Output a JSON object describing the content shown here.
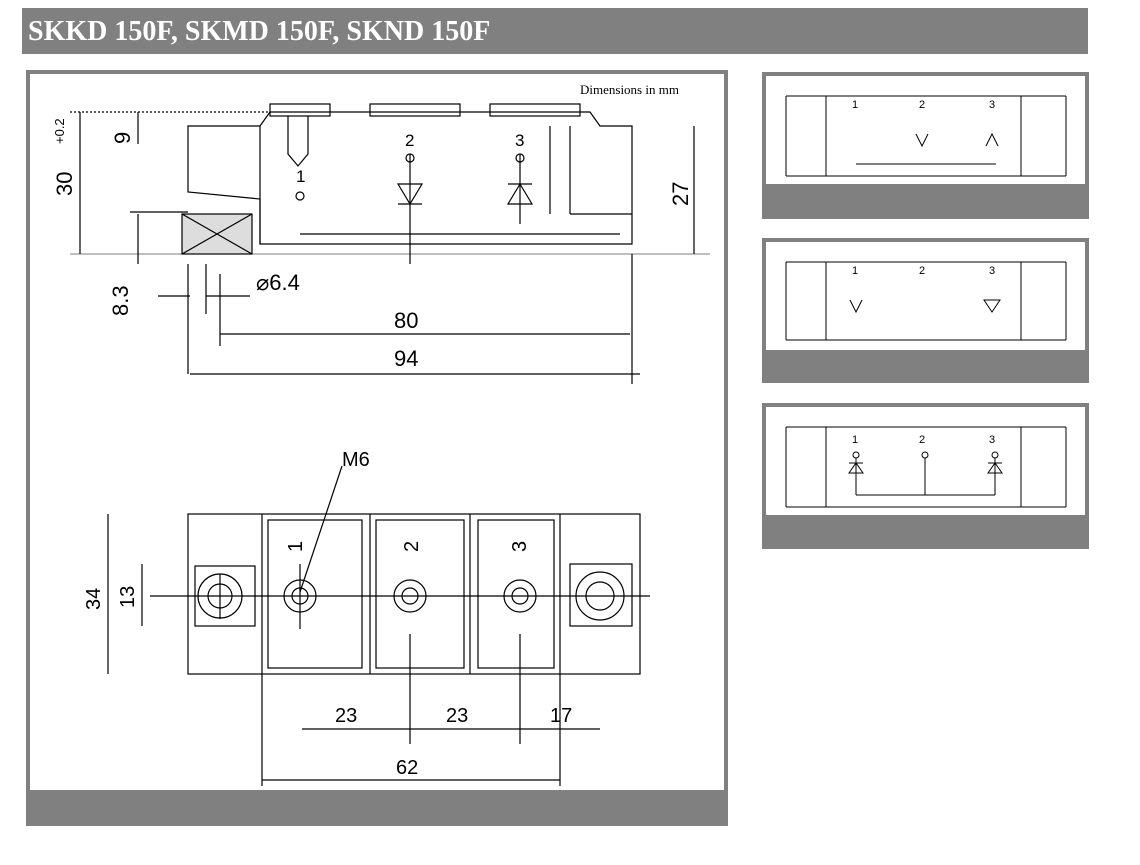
{
  "title": "SKKD 150F, SKMD 150F, SKND 150F",
  "main": {
    "note": "Dimensions in mm",
    "side_dims": {
      "d30": "30",
      "d30_tol": "+0.2",
      "d9": "9",
      "d8_3": "8.3",
      "d27": "27",
      "d6_4": "⌀6.4",
      "d80": "80",
      "d94": "94"
    },
    "side_pins": [
      "1",
      "2",
      "3"
    ],
    "top_dims": {
      "m6": "M6",
      "d34": "34",
      "d13": "13",
      "d23a": "23",
      "d23b": "23",
      "d17": "17",
      "d62": "62"
    },
    "top_pins": [
      "1",
      "2",
      "3"
    ]
  },
  "variants": [
    {
      "pins": [
        "1",
        "2",
        "3"
      ]
    },
    {
      "pins": [
        "1",
        "2",
        "3"
      ]
    },
    {
      "pins": [
        "1",
        "2",
        "3"
      ]
    }
  ]
}
